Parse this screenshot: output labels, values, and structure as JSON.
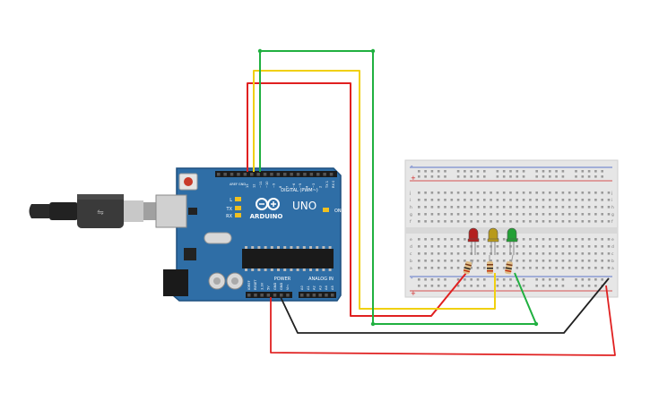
{
  "board": {
    "brand": "ARDUINO",
    "model": "UNO",
    "digital_label": "DIGITAL (PWM~)",
    "power_label": "POWER",
    "analog_label": "ANALOG IN",
    "aref": "AREF",
    "gnd": "GND",
    "digital_pins": [
      "13",
      "12",
      "~11",
      "~10",
      "~9",
      "8",
      "7",
      "~6",
      "~5",
      "4",
      "~3",
      "2",
      "TX 1",
      "RX 0"
    ],
    "power_pins": [
      "IOREF",
      "RESET",
      "3.3V",
      "5V",
      "GND",
      "GND",
      "Vin"
    ],
    "analog_pins": [
      "A0",
      "A1",
      "A2",
      "A3",
      "A4",
      "A5"
    ],
    "led_l": "L",
    "led_tx": "TX",
    "led_rx": "RX",
    "led_on": "ON"
  },
  "breadboard": {
    "rail_plus": "+",
    "rail_minus": "-",
    "row_letters_top": [
      "a",
      "b",
      "c",
      "d",
      "e"
    ],
    "row_letters_bottom": [
      "f",
      "g",
      "h",
      "i",
      "j"
    ]
  },
  "components": {
    "leds": [
      {
        "name": "red-led",
        "color": "#b3201f"
      },
      {
        "name": "yellow-led",
        "color": "#b89a1a"
      },
      {
        "name": "green-led",
        "color": "#23a035"
      }
    ]
  },
  "wire_colors": {
    "red": "#e02020",
    "yellow": "#f0d010",
    "green": "#20b040",
    "black": "#202020"
  },
  "colors": {
    "board_blue": "#2f6ea6",
    "board_dark": "#1d4f7e",
    "breadboard": "#e6e6e6"
  }
}
